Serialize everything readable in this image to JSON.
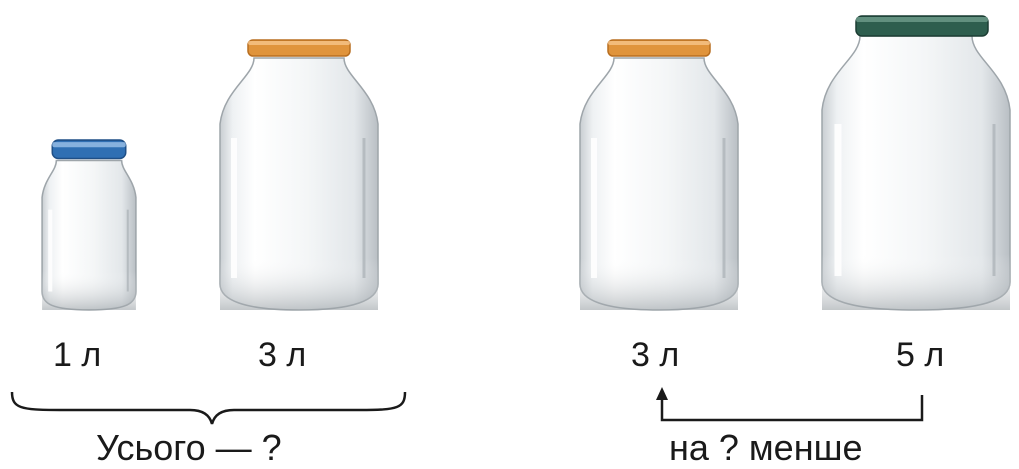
{
  "left_problem": {
    "jars": [
      {
        "volume_label": "1 л",
        "lid_color": "#2f6fb3"
      },
      {
        "volume_label": "3 л",
        "lid_color": "#e0943c"
      }
    ],
    "question": "Усього — ?"
  },
  "right_problem": {
    "jars": [
      {
        "volume_label": "3 л",
        "lid_color": "#e0943c"
      },
      {
        "volume_label": "5 л",
        "lid_color": "#2e5e4e"
      }
    ],
    "question": "на ? менше"
  }
}
